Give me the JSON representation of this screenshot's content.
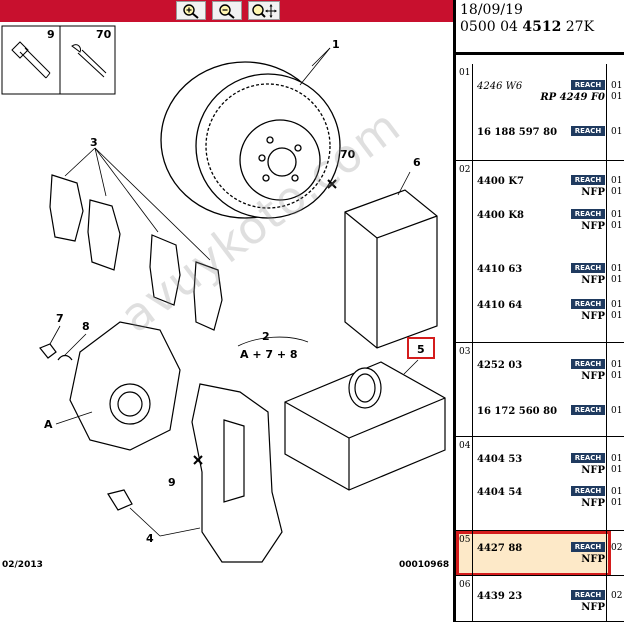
{
  "toolbar": {
    "zoom_in_icon": "magnifier-plus-icon",
    "zoom_out_icon": "magnifier-minus-icon",
    "pan_icon": "magnifier-move-icon",
    "color": "#c8102e"
  },
  "diagram": {
    "callouts": {
      "c1": "1",
      "c2": "2",
      "c3": "3",
      "c4": "4",
      "c5": "5",
      "c6": "6",
      "c7": "7",
      "c8": "8",
      "c9": "9",
      "c9b": "9",
      "c70": "70",
      "c70b": "70",
      "cA": "A",
      "cA2": "A + 7 + 8"
    },
    "footer_left": "02/2013",
    "footer_right": "00010968",
    "watermark": "avuykoto.com"
  },
  "parts": {
    "header_date": "18/09/19",
    "header_ref_prefix": "0500 04 ",
    "header_ref_bold": "4512",
    "header_ref_suffix": " 27K",
    "reach_label": "REACH",
    "groups": [
      {
        "num": "01",
        "items": [
          {
            "ref": "4246 W6",
            "ital": true,
            "sub": "RP 4249 F0",
            "sub_ital": true,
            "q1": "01",
            "q2": "01"
          },
          {
            "ref": "16 188 597 80",
            "q1": "01"
          }
        ]
      },
      {
        "num": "02",
        "items": [
          {
            "ref": "4400 K7",
            "sub": "NFP",
            "q1": "01",
            "q2": "01"
          },
          {
            "ref": "4400 K8",
            "sub": "NFP",
            "q1": "01",
            "q2": "01"
          },
          {
            "ref": "4410 63",
            "sub": "NFP",
            "q1": "01",
            "q2": "01"
          },
          {
            "ref": "4410 64",
            "sub": "NFP",
            "q1": "01",
            "q2": "01"
          }
        ]
      },
      {
        "num": "03",
        "items": [
          {
            "ref": "4252 03",
            "sub": "NFP",
            "q1": "01",
            "q2": "01"
          },
          {
            "ref": "16 172 560 80",
            "q1": "01"
          }
        ]
      },
      {
        "num": "04",
        "items": [
          {
            "ref": "4404 53",
            "sub": "NFP",
            "q1": "01",
            "q2": "01"
          },
          {
            "ref": "4404 54",
            "sub": "NFP",
            "q1": "01",
            "q2": "01"
          }
        ]
      },
      {
        "num": "05",
        "items": [
          {
            "ref": "4427 88",
            "sub": "NFP",
            "q1": "02"
          }
        ]
      },
      {
        "num": "06",
        "items": [
          {
            "ref": "4439 23",
            "sub": "NFP",
            "q1": "02"
          }
        ]
      }
    ],
    "reach_color": "#1f3a5f",
    "selected_border": "#d41c1c",
    "selected_fill": "#fde9c8"
  }
}
